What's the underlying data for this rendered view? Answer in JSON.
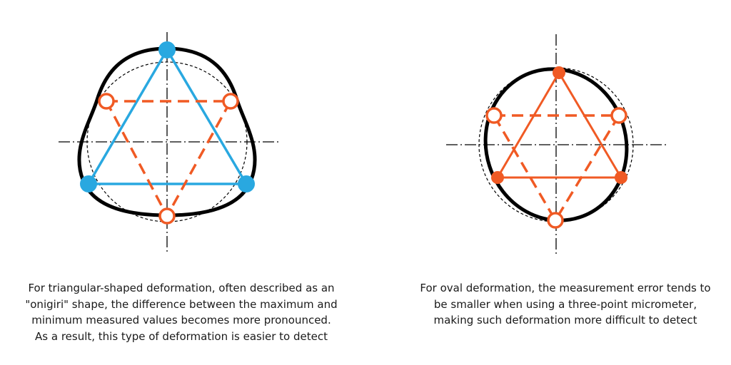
{
  "colors": {
    "blue": "#29a8e0",
    "orange": "#f05a24",
    "outline": "#000000",
    "reference_circle": "#000000"
  },
  "left_figure": {
    "shape": "triangular (onigiri) deformation",
    "caption_lines": [
      "For triangular-shaped deformation, often described as an",
      "\"onigiri\" shape, the difference between the maximum and",
      "minimum measured values becomes more pronounced.",
      "As a result, this type of deformation is easier to detect"
    ]
  },
  "right_figure": {
    "shape": "oval deformation",
    "caption_lines": [
      "For oval deformation, the measurement error tends to",
      "be smaller when using a three-point micrometer,",
      "making such deformation more difficult to detect"
    ]
  }
}
